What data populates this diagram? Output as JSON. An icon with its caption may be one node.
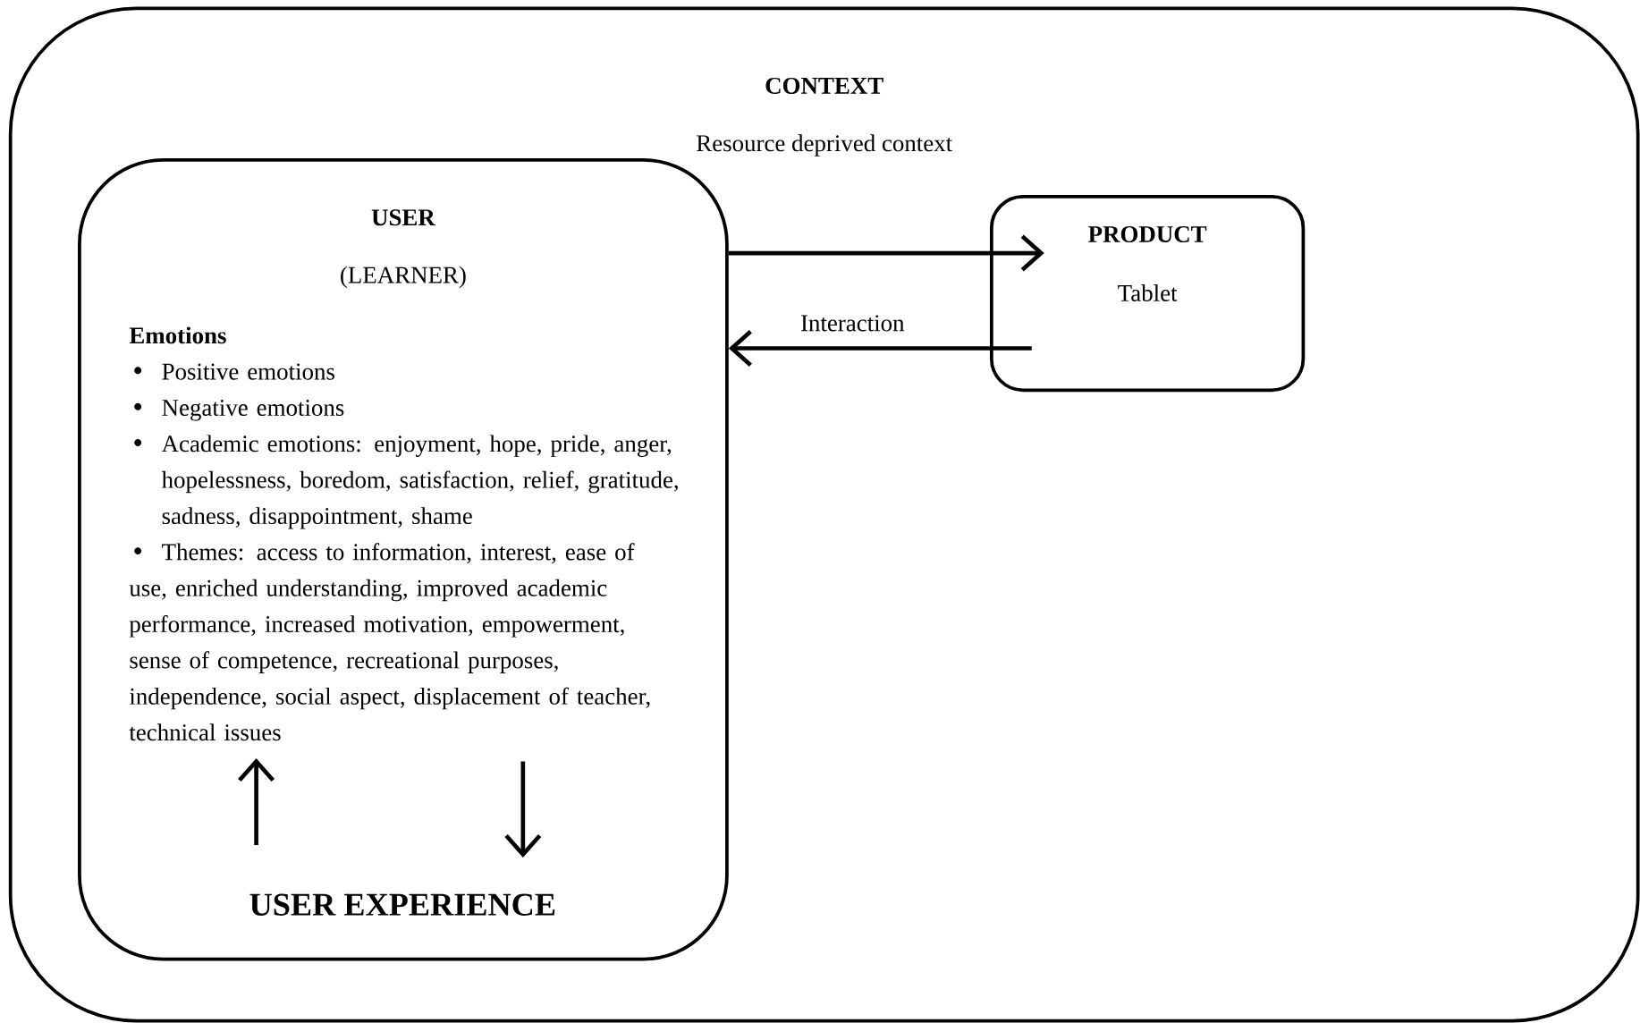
{
  "diagram": {
    "nodes": [
      {
        "text": [
          "CONTEXT",
          "Resource deprived context"
        ]
      },
      {
        "text": [
          "USER",
          "(LEARNER)"
        ],
        "in": 0
      },
      {
        "text": [
          "PRODUCT",
          "Tablet"
        ],
        "in": 0
      },
      {
        "text": [
          "Emotions",
          "Positive emotions",
          "Negative emotions",
          "Academic emotions:  enjoyment, hope, pride, anger, hopelessness, boredom,  satisfaction, relief, gratitude,  sadness, disappointment, shame",
          "Themes: access to information, interest, ease of use, enriched understanding, improved academic performance, increased motivation, empowerment, sense of competence, recreational purposes, independence, social aspect, displacement of teacher, technical issues"
        ],
        "in": 1
      },
      {
        "text": [
          "USER EXPERIENCE"
        ],
        "in": 1
      }
    ],
    "edges": [
      {
        "from": 1,
        "to": 2,
        "arrow": "to"
      },
      {
        "from": 2,
        "to": 1,
        "arrow": "to",
        "label": "Interaction"
      },
      {
        "from": 4,
        "to": 3,
        "arrow": "to"
      },
      {
        "from": 3,
        "to": 4,
        "arrow": "to"
      }
    ]
  }
}
